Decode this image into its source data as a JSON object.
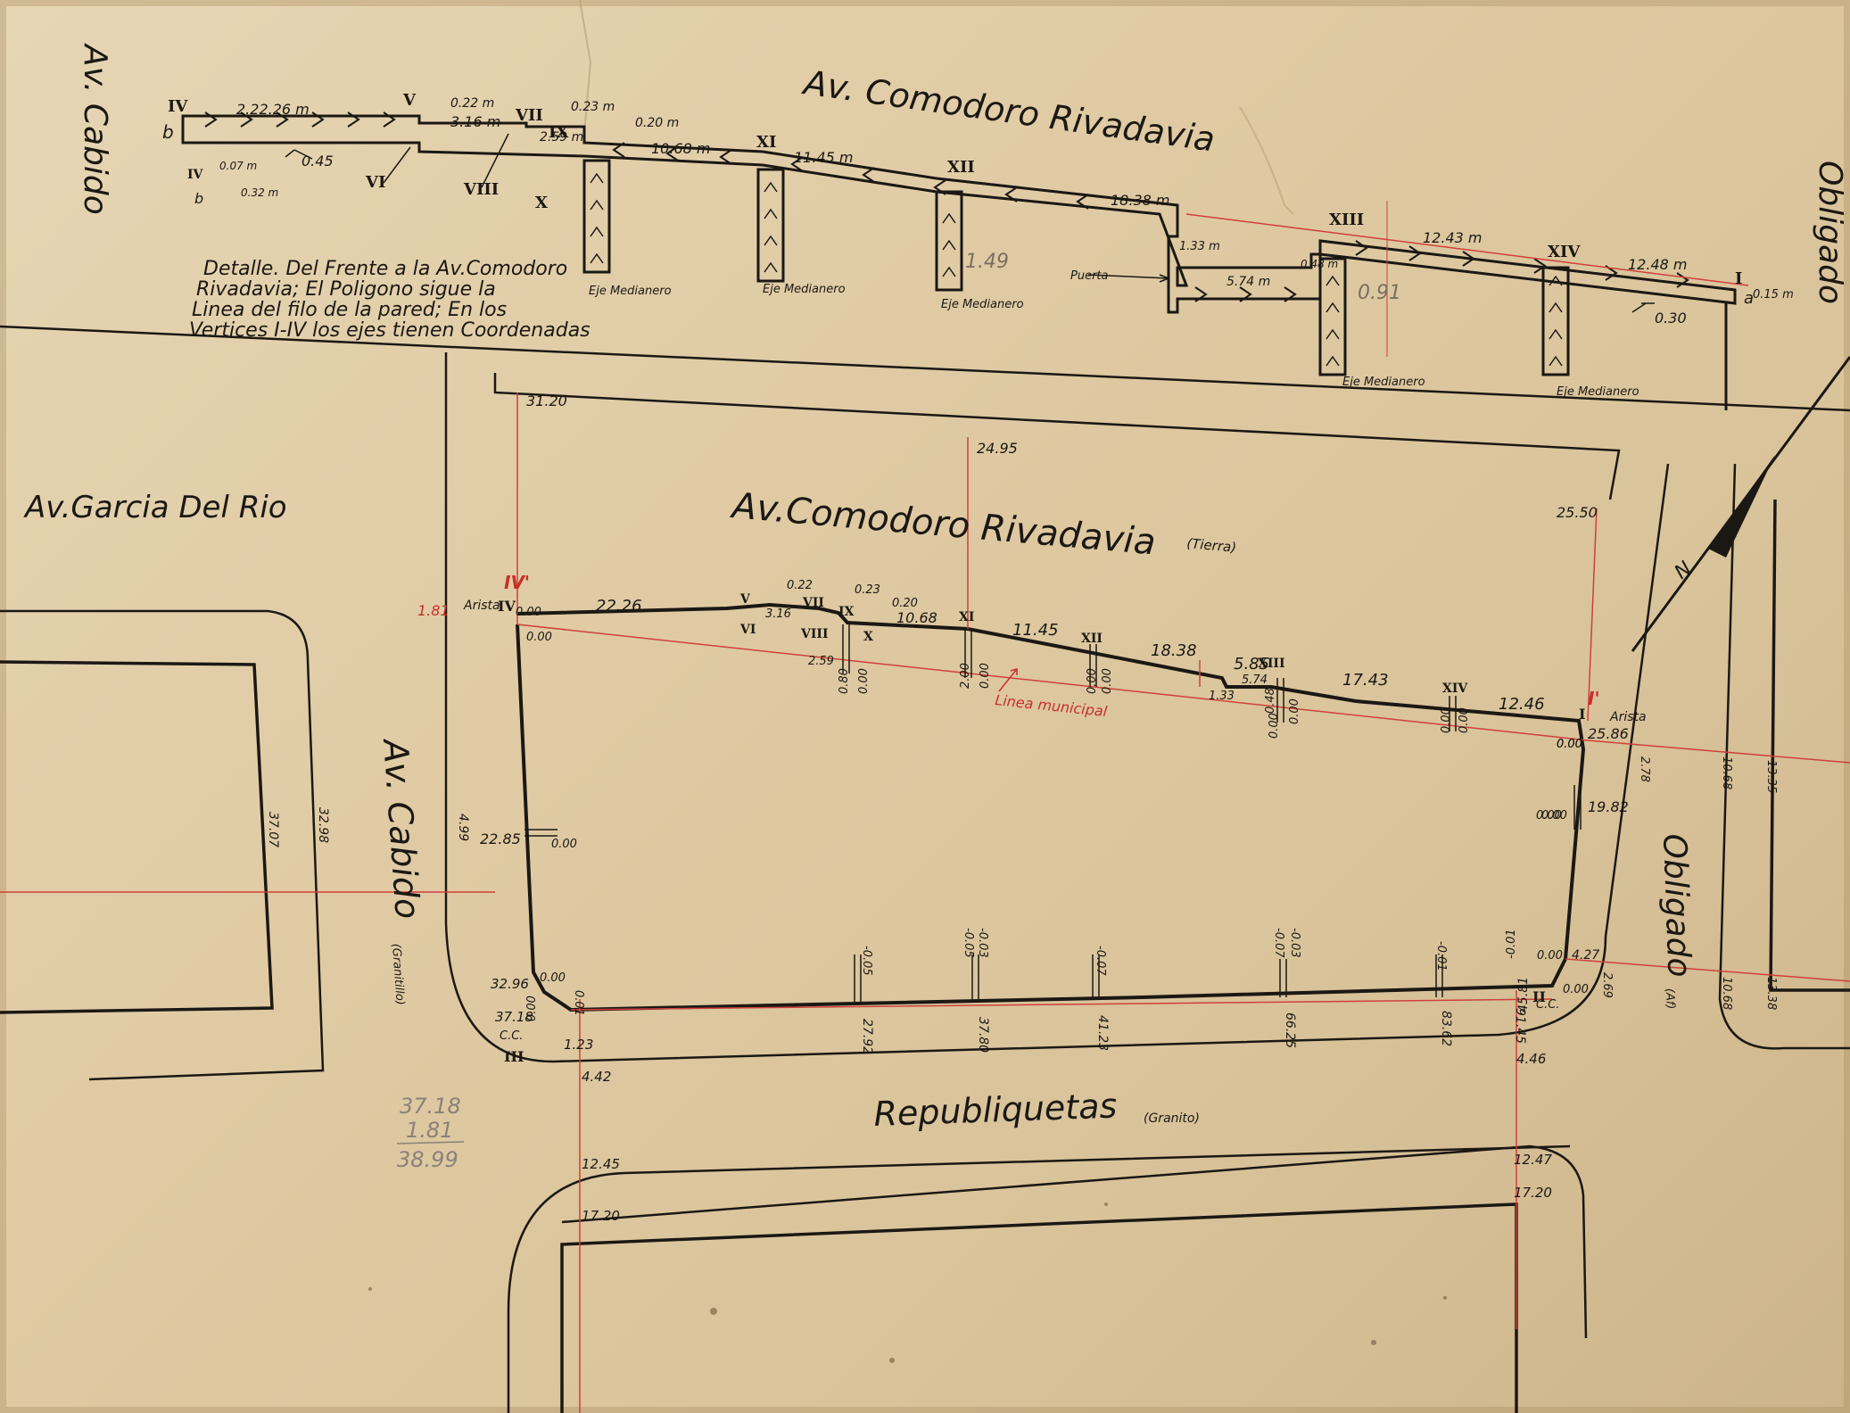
{
  "streets": {
    "comodoro_top": "Av. Comodoro Rivadavia",
    "comodoro_main": "Av.Comodoro Rivadavia",
    "comodoro_surface": "(Tierra)",
    "cabido_top": "Av. Cabido",
    "cabido_main": "Av. Cabido",
    "cabido_surface": "(Granitillo)",
    "obligado_top": "Obligado",
    "obligado_main": "Obligado",
    "obligado_surface": "(Af)",
    "garcia": "Av.Garcia Del Rio",
    "republiquetas": "Republiquetas",
    "republiquetas_surface": "(Granito)"
  },
  "note": {
    "line1": "Detalle. Del Frente a la Av.Comodoro",
    "line2": "Rivadavia; El Poligono sigue la",
    "line3": "Linea del filo de la pared; En los",
    "line4": "Vertices I-IV los ejes tienen Coordenadas"
  },
  "detail": {
    "roman": [
      "IV",
      "V",
      "VII",
      "IX",
      "VI",
      "VIII",
      "X",
      "XI",
      "XII",
      "XIII",
      "XIV",
      "I",
      "IV"
    ],
    "small_letters": [
      "b",
      "b",
      "a"
    ],
    "dims": [
      "2.22.26 m",
      "3.16 m",
      "0.22 m",
      "0.23 m",
      "2.59 m",
      "0.20 m",
      "10.68 m",
      "11.45 m",
      "18.38 m",
      "1.33 m",
      "5.74 m",
      "0.48 m",
      "12.43 m",
      "12.48 m",
      "0.15 m",
      "0.45",
      "0.07 m",
      "0.32 m",
      "0.30"
    ],
    "eje": [
      "Eje Medianero",
      "Eje Medianero",
      "Eje Medianero",
      "Eje Medianero",
      "Eje Medianero"
    ],
    "puerta": "Puerta",
    "pencil": [
      "1.49",
      "0.91"
    ]
  },
  "plan": {
    "top_measures": [
      "31.20",
      "24.95",
      "25.50"
    ],
    "vertex_labels": {
      "iv_red": "IV'",
      "i_red": "I'",
      "arista_l": "Arista",
      "arista_r": "Arista",
      "iv": "IV",
      "i": "I",
      "ii": "II",
      "iii": "III"
    },
    "front_dims": [
      "22.26",
      "3.16",
      "0.22",
      "0.23",
      "0.20",
      "10.68",
      "11.45",
      "18.38",
      "5.85",
      "5.74",
      "17.43",
      "12.46",
      "1.33",
      "2.59"
    ],
    "front_roman": [
      "V",
      "VI",
      "VII",
      "VIII",
      "IX",
      "X",
      "XI",
      "XII",
      "XIII",
      "XIV"
    ],
    "red_left": "1.81",
    "linea_municipal": "Linea municipal",
    "levels": [
      "0.00",
      "0.00",
      "0.00",
      "0.80",
      "0.00",
      "2.00",
      "0.00",
      "0.00",
      "0.00",
      "0.48",
      "0.00",
      "0.00",
      "0.00",
      "0.00",
      "0.00"
    ],
    "left_side": [
      "4.99",
      "22.85",
      "0.00",
      "32.96",
      "37.18",
      "0.00",
      "0.00",
      "1.23",
      "0.01"
    ],
    "right_side": [
      "25.86",
      "0.00",
      "19.82",
      "0.00",
      "0.00",
      "4.27",
      "2.78",
      "2.69",
      "0.00",
      "45.81"
    ],
    "bottom_levels": [
      "-0.05",
      "-0.03",
      "-0.05",
      "-0.07",
      "-0.03",
      "-0.07",
      "-0.01",
      "-0.01"
    ],
    "bottom_chain": [
      "27.92",
      "37.80",
      "41.23",
      "66.25",
      "83.62",
      "91.45"
    ],
    "corner_cc": [
      "C.C.",
      "C.C."
    ],
    "bottom_offsets": [
      "4.42",
      "4.46",
      "12.45",
      "12.47",
      "17.20",
      "17.20"
    ],
    "left_block": [
      "37.07",
      "32.98"
    ],
    "right_block": [
      "10.68",
      "13.35",
      "10.68",
      "13.38"
    ],
    "pencil_calc": [
      "37.18",
      "1.81",
      "38.99"
    ]
  },
  "north_symbol": "N"
}
